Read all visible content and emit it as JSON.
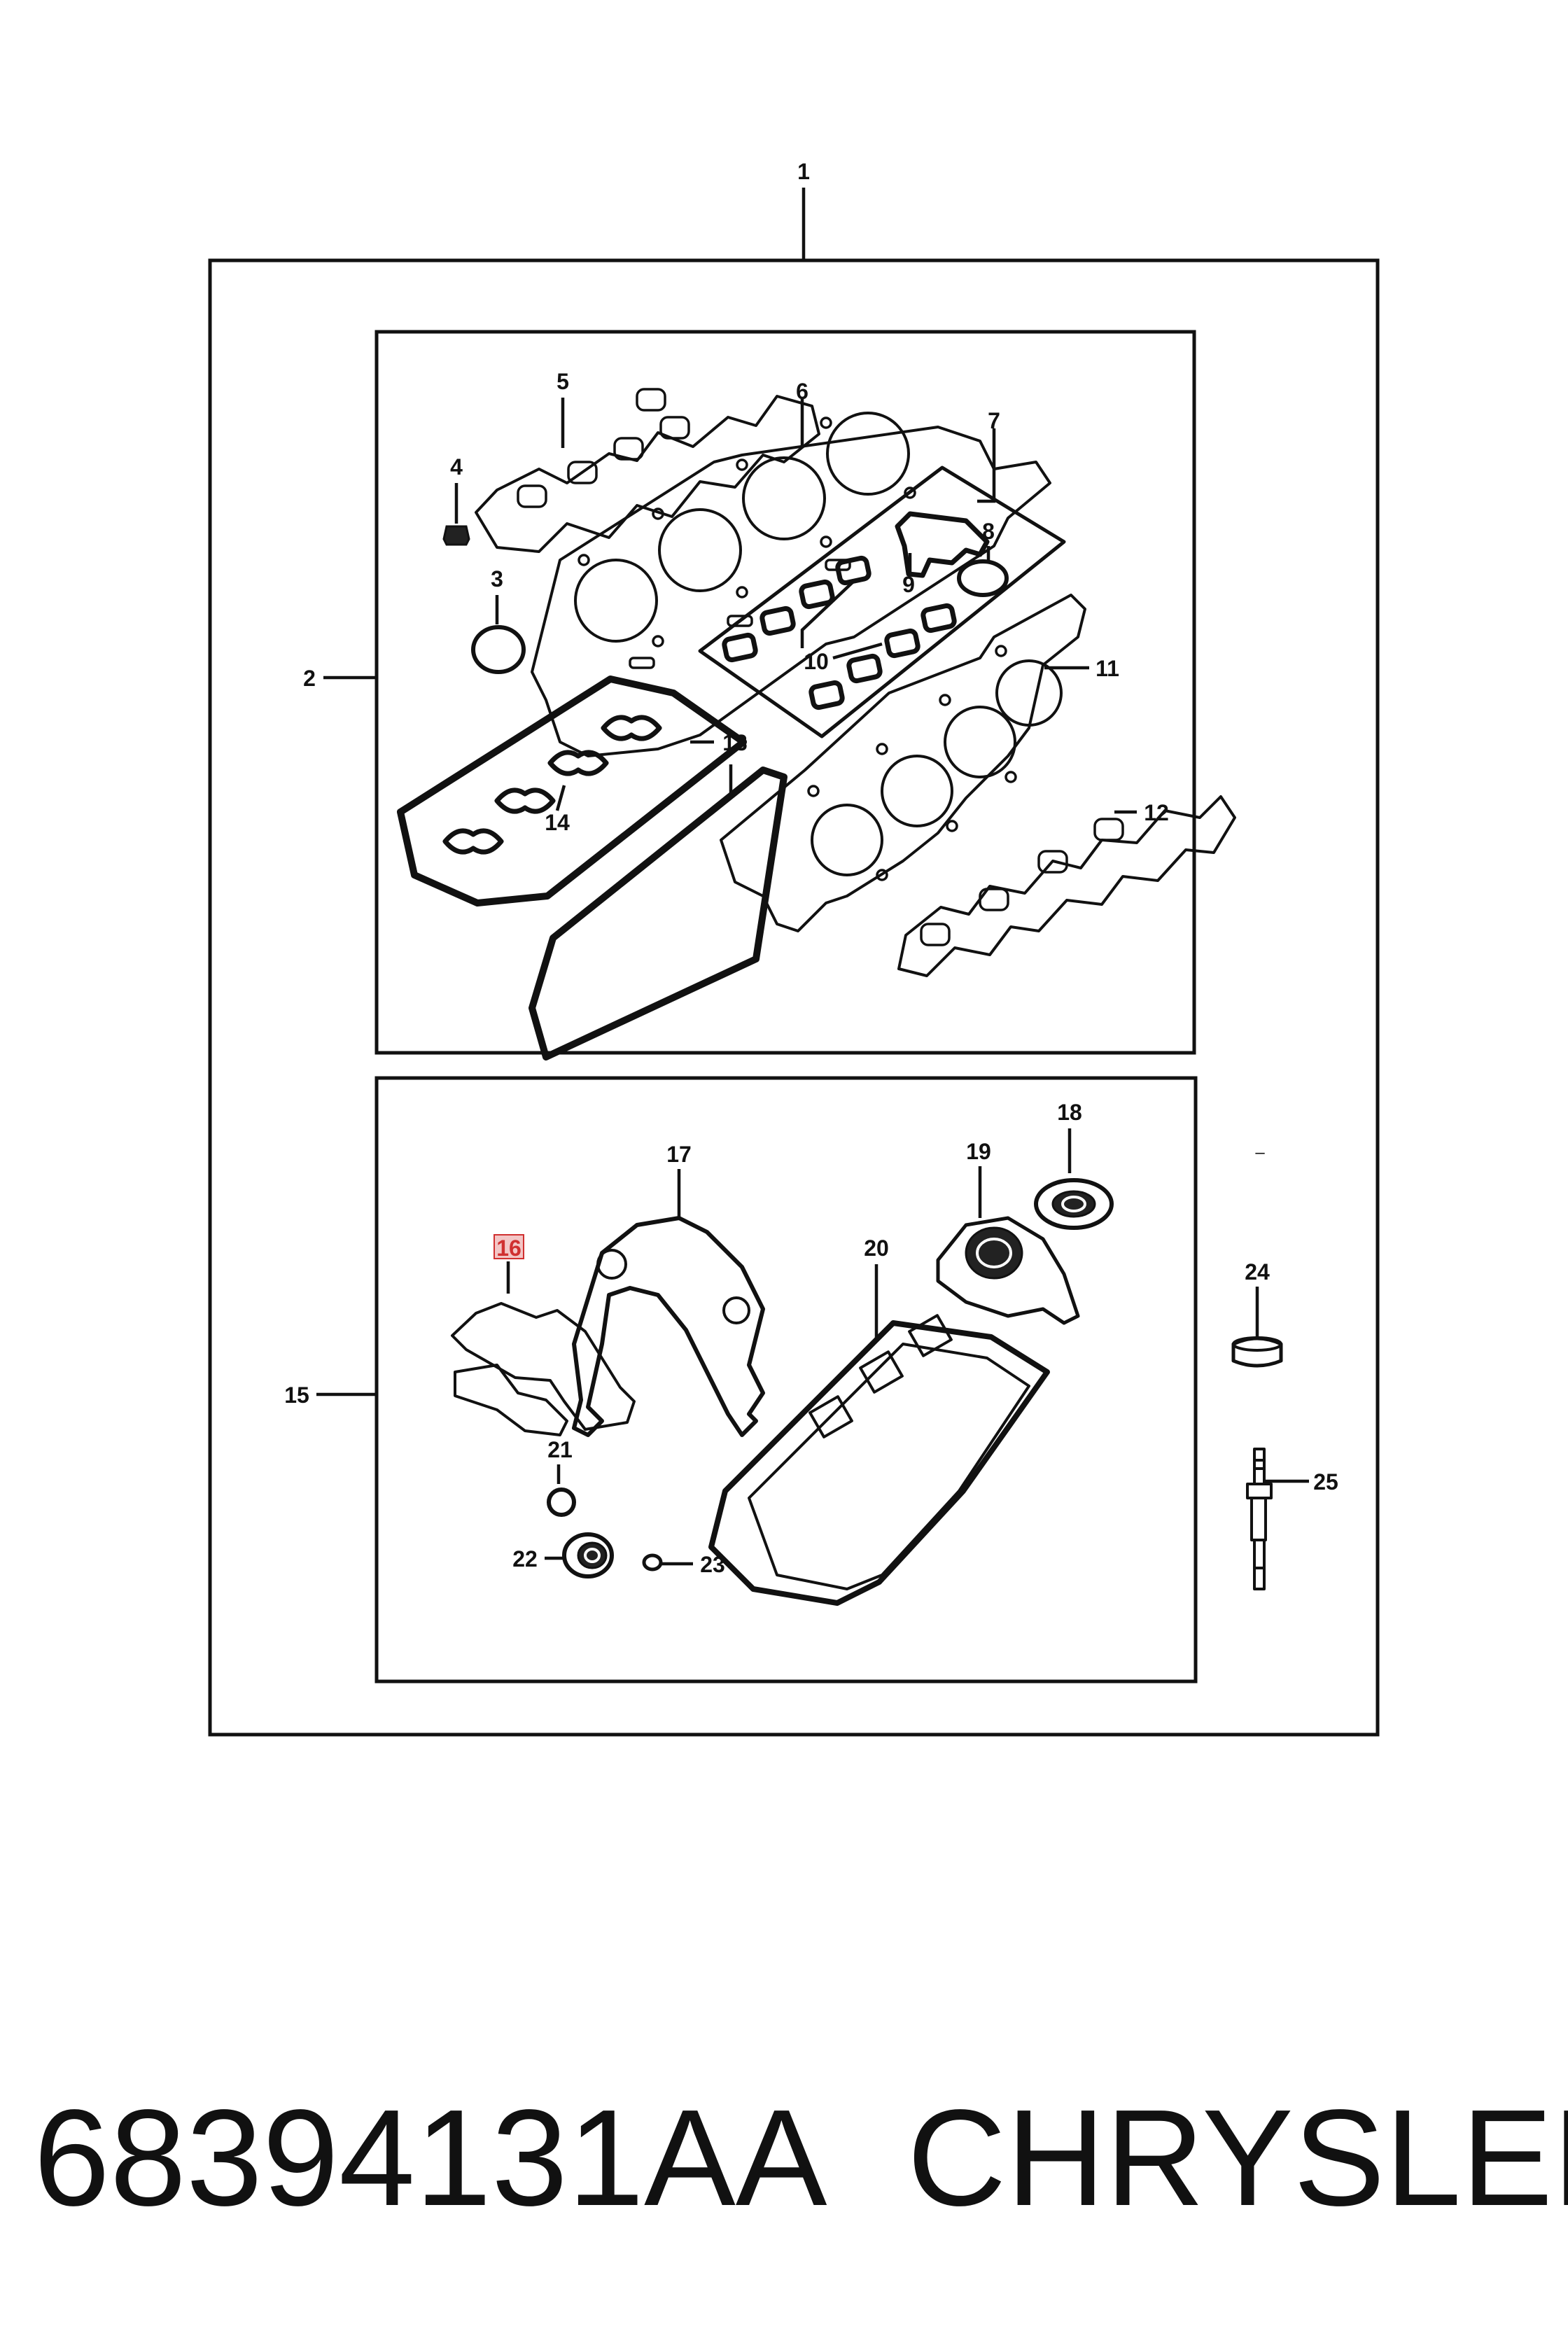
{
  "callouts": {
    "c1": "1",
    "c2": "2",
    "c3": "3",
    "c4": "4",
    "c5": "5",
    "c6": "6",
    "c7": "7",
    "c8": "8",
    "c9": "9",
    "c10": "10",
    "c11": "11",
    "c12": "12",
    "c13": "13",
    "c14": "14",
    "c15": "15",
    "c16": "16",
    "c17": "17",
    "c18": "18",
    "c19": "19",
    "c20": "20",
    "c21": "21",
    "c22": "22",
    "c23": "23",
    "c24": "24",
    "c25": "25",
    "dash": "–"
  },
  "footer": {
    "part_number": "68394131AA",
    "brand": "CHRYSLER"
  },
  "highlight": {
    "callout": "16",
    "color": "#d03030"
  }
}
